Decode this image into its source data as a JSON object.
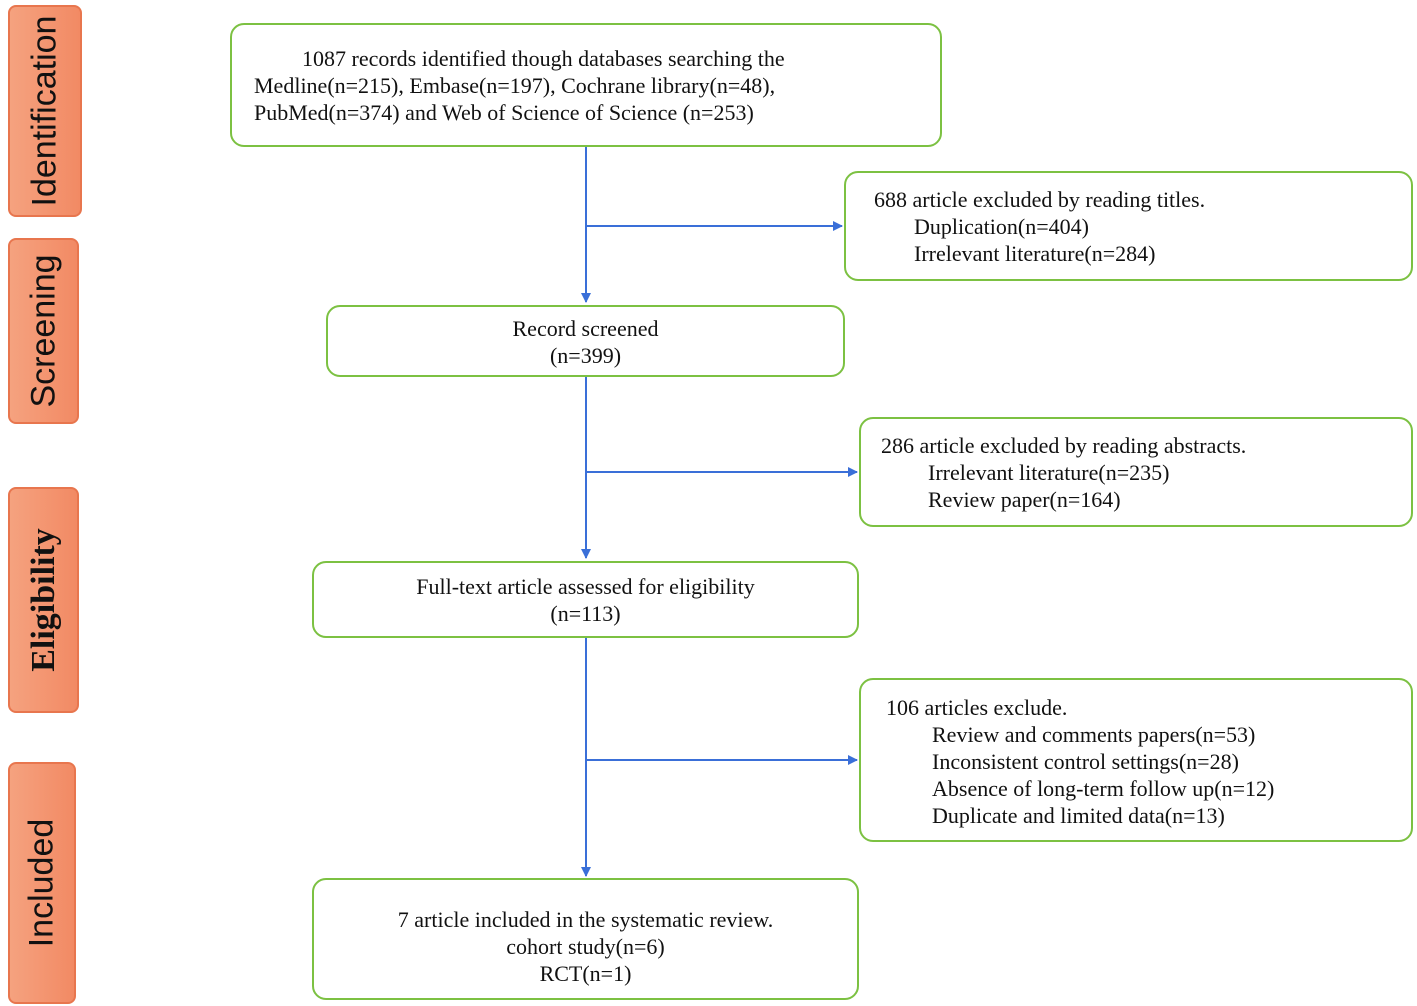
{
  "stages": [
    "Identification",
    "Screening",
    "Eligibility",
    "Included"
  ],
  "identification": {
    "lines": [
      "1087 records identified though databases searching the",
      "Medline(n=215), Embase(n=197), Cochrane library(n=48),",
      "PubMed(n=374) and Web of Science of Science (n=253)"
    ]
  },
  "exclusion1": {
    "title": "688 article excluded by reading titles.",
    "items": [
      "Duplication(n=404)",
      "Irrelevant literature(n=284)"
    ]
  },
  "screened": {
    "lines": [
      "Record screened",
      "(n=399)"
    ]
  },
  "exclusion2": {
    "title": "286 article excluded by reading abstracts.",
    "items": [
      "Irrelevant literature(n=235)",
      "Review paper(n=164)"
    ]
  },
  "eligibility": {
    "lines": [
      "Full-text article assessed for eligibility",
      "(n=113)"
    ]
  },
  "exclusion3": {
    "title": "106 articles exclude.",
    "items": [
      "Review and comments papers(n=53)",
      "Inconsistent control settings(n=28)",
      "Absence of long-term follow up(n=12)",
      "Duplicate and limited data(n=13)"
    ]
  },
  "included": {
    "lines": [
      "7 article included in the systematic review.",
      "cohort study(n=6)",
      "RCT(n=1)"
    ]
  },
  "colors": {
    "stage_fill": "#f5a27f",
    "box_border": "#7cc142",
    "arrow": "#3a6fd8"
  }
}
